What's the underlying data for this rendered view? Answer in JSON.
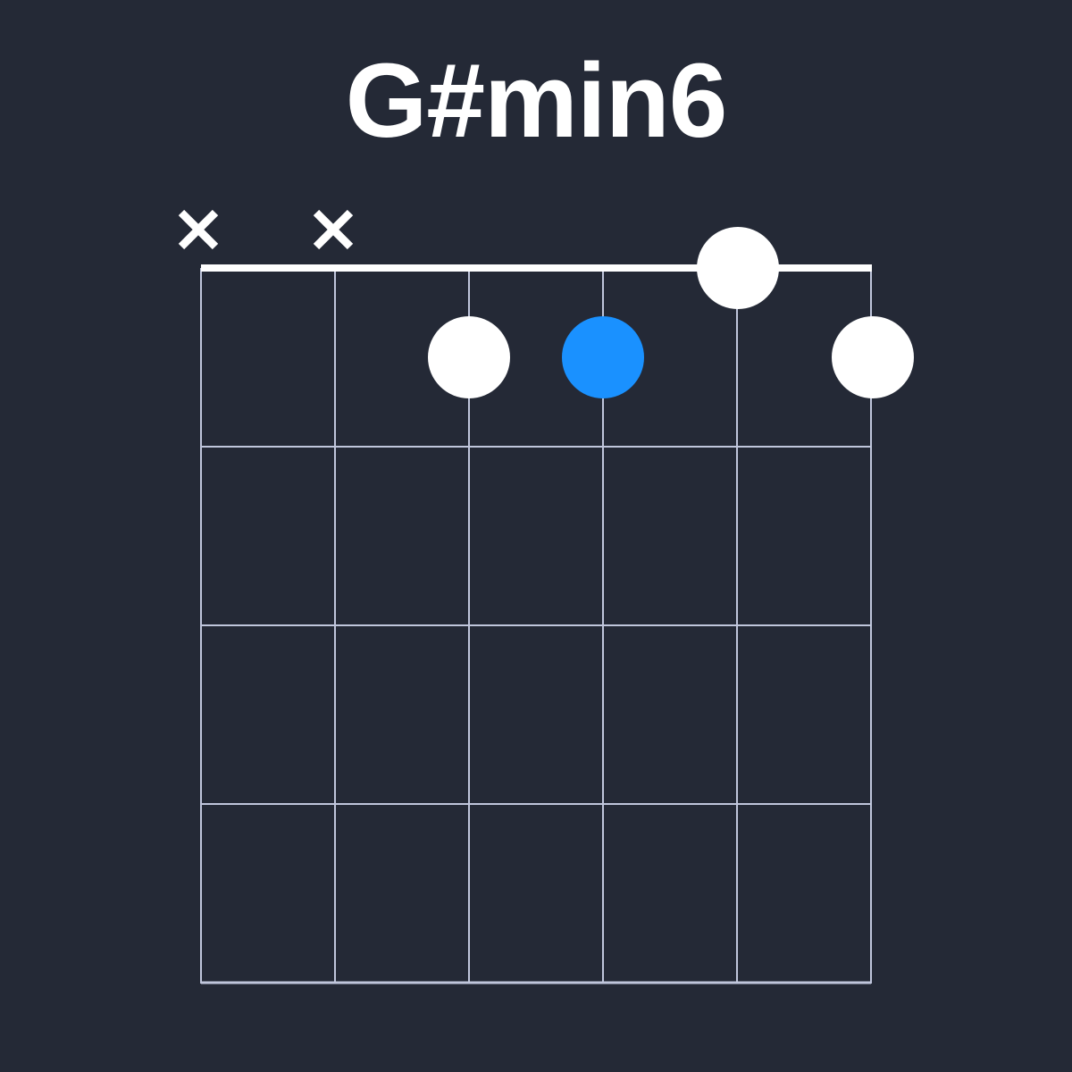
{
  "chord": {
    "name": "G#min6",
    "strings": 6,
    "frets_shown": 4,
    "muted_strings": [
      1,
      2
    ],
    "colors": {
      "background": "#242936",
      "grid": "#c0c6dc",
      "nut": "#ffffff",
      "dot": "#ffffff",
      "root_dot": "#1a91ff",
      "mute": "#ffffff"
    },
    "dots": [
      {
        "string": 3,
        "fret": 1,
        "root": false
      },
      {
        "string": 4,
        "fret": 1,
        "root": true
      },
      {
        "string": 5,
        "fret": 0,
        "root": false
      },
      {
        "string": 6,
        "fret": 1,
        "root": false
      }
    ]
  }
}
